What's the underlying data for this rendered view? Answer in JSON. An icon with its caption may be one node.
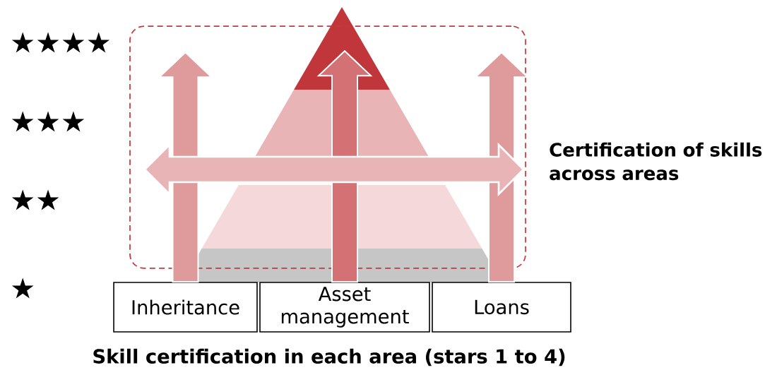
{
  "diagram": {
    "caption": "Skill certification in each area (stars 1 to 4)",
    "nodes": [
      {
        "text": [],
        "shape": "box",
        "beside": [
          "Certification of skills across areas"
        ]
      },
      {
        "text": [
          "Inheritance"
        ]
      },
      {
        "text": [
          "Asset management"
        ]
      },
      {
        "text": [
          "Loans"
        ]
      }
    ],
    "edges": [
      {
        "from": 1,
        "to": null,
        "arrow": "to"
      },
      {
        "from": 2,
        "to": null,
        "arrow": "to",
        "color": "#d47174"
      },
      {
        "from": 3,
        "to": null,
        "arrow": "to"
      }
    ],
    "labels": [
      "★★★★",
      "★★★",
      "★★",
      "★"
    ]
  }
}
